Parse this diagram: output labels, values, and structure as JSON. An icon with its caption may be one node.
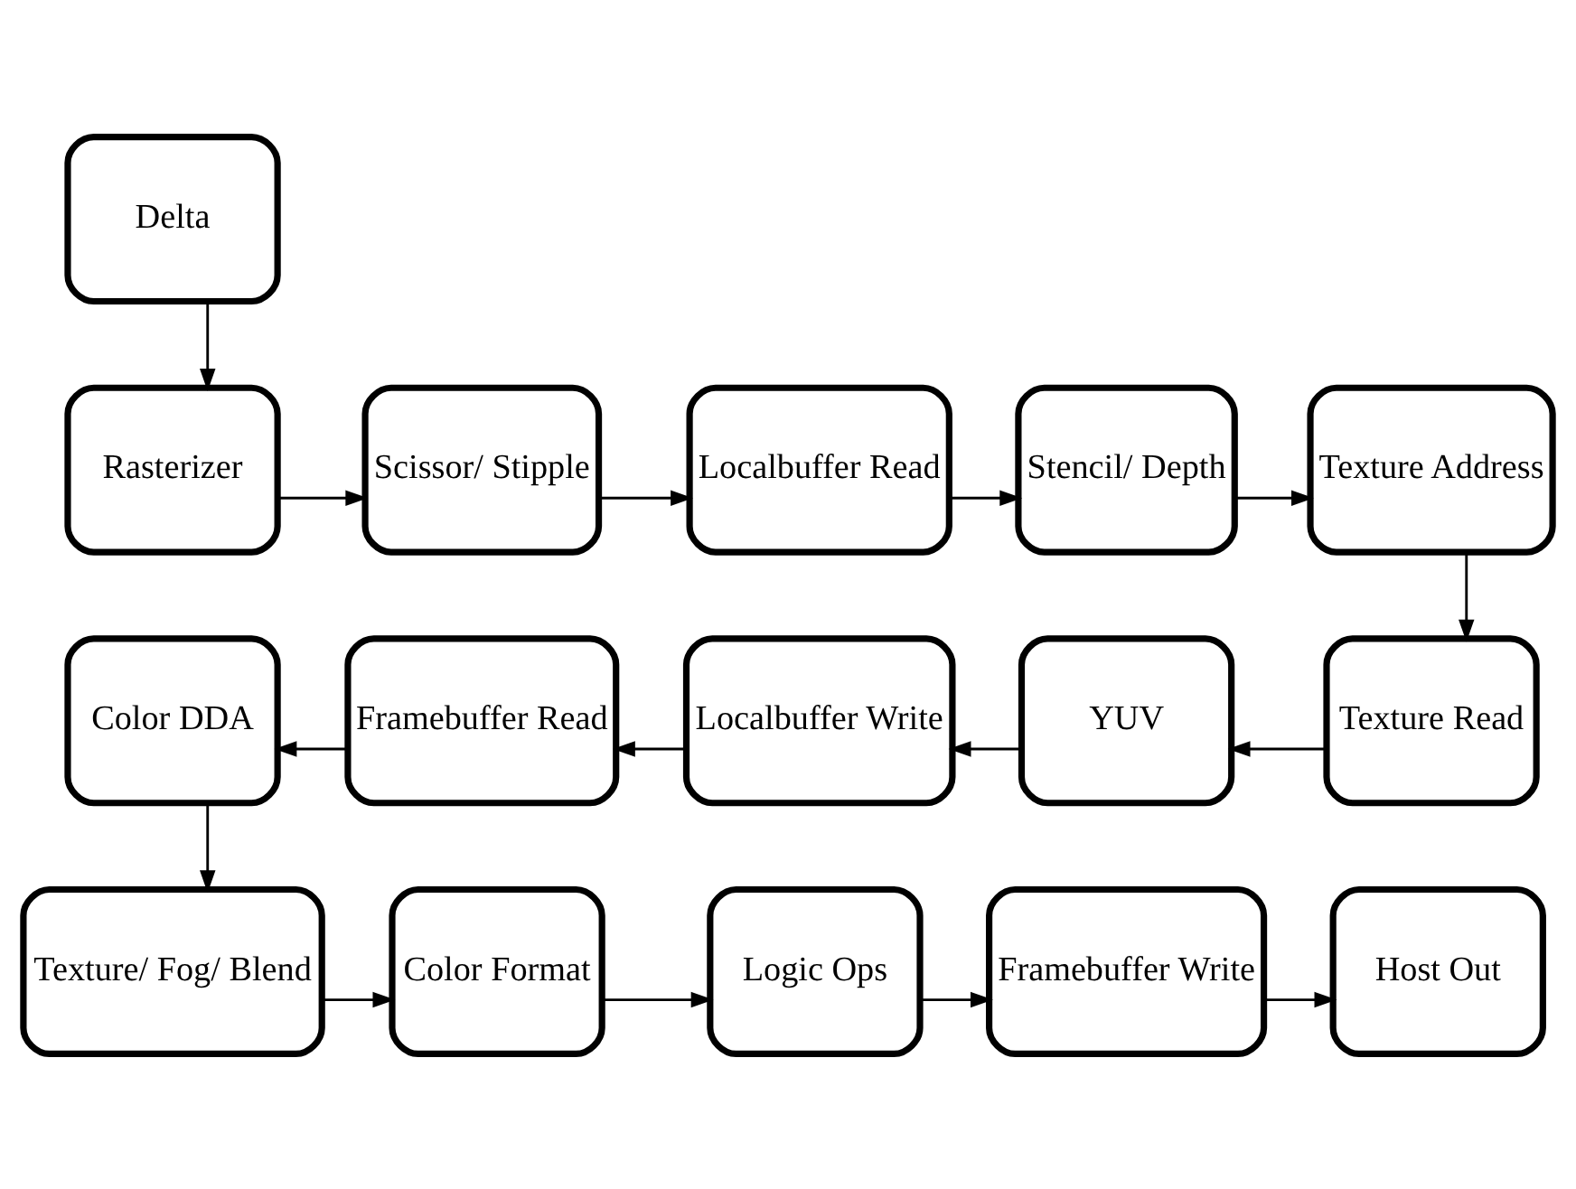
{
  "diagram": {
    "nodes": [
      {
        "text": [
          "Delta"
        ]
      },
      {
        "text": [
          "Rasterizer"
        ]
      },
      {
        "text": [
          "Scissor/ Stipple"
        ]
      },
      {
        "text": [
          "Localbuffer Read"
        ]
      },
      {
        "text": [
          "Stencil/ Depth"
        ]
      },
      {
        "text": [
          "Texture Address"
        ]
      },
      {
        "text": [
          "Color DDA"
        ]
      },
      {
        "text": [
          "Framebuffer Read"
        ]
      },
      {
        "text": [
          "Localbuffer Write"
        ]
      },
      {
        "text": [
          "YUV"
        ]
      },
      {
        "text": [
          "Texture Read"
        ]
      },
      {
        "text": [
          "Texture/ Fog/ Blend"
        ]
      },
      {
        "text": [
          "Color Format"
        ]
      },
      {
        "text": [
          "Logic Ops"
        ]
      },
      {
        "text": [
          "Framebuffer Write"
        ]
      },
      {
        "text": [
          "Host Out"
        ]
      }
    ],
    "edges": [
      {
        "from": 0,
        "to": 1,
        "arrow": "to"
      },
      {
        "from": 1,
        "to": 2,
        "arrow": "to"
      },
      {
        "from": 2,
        "to": 3,
        "arrow": "to"
      },
      {
        "from": 3,
        "to": 4,
        "arrow": "to"
      },
      {
        "from": 4,
        "to": 5,
        "arrow": "to"
      },
      {
        "from": 5,
        "to": 10,
        "arrow": "to"
      },
      {
        "from": 10,
        "to": 9,
        "arrow": "to"
      },
      {
        "from": 9,
        "to": 8,
        "arrow": "to"
      },
      {
        "from": 8,
        "to": 7,
        "arrow": "to"
      },
      {
        "from": 7,
        "to": 6,
        "arrow": "to"
      },
      {
        "from": 6,
        "to": 11,
        "arrow": "to"
      },
      {
        "from": 11,
        "to": 12,
        "arrow": "to"
      },
      {
        "from": 12,
        "to": 13,
        "arrow": "to"
      },
      {
        "from": 13,
        "to": 14,
        "arrow": "to"
      },
      {
        "from": 14,
        "to": 15,
        "arrow": "to"
      }
    ]
  }
}
